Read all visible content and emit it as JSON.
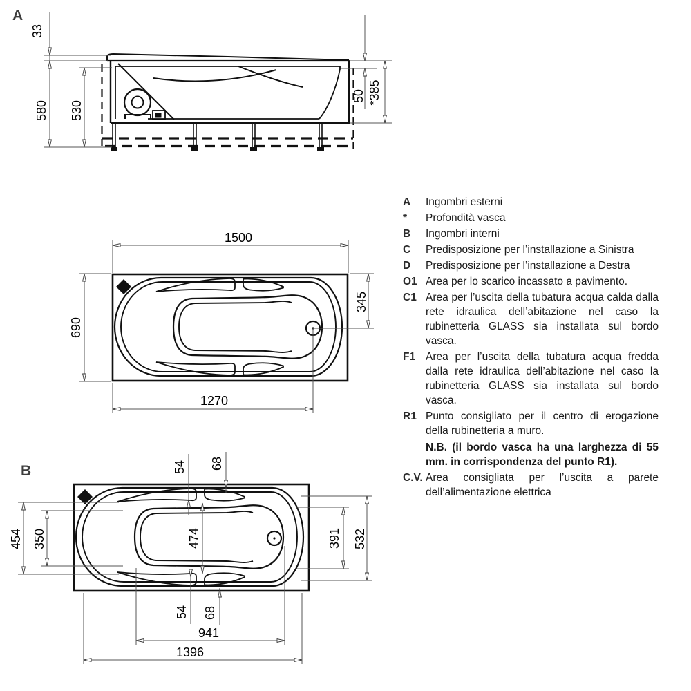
{
  "page": {
    "background": "#ffffff"
  },
  "colors": {
    "line": "#111111",
    "dimension_line": "#555555",
    "text": "#000000",
    "view_label": "#3d3d3d"
  },
  "views": {
    "a": {
      "label": "A",
      "dims": {
        "h33": "33",
        "h580": "580",
        "h530": "530",
        "h50": "50",
        "depth": "*385"
      }
    },
    "top": {
      "dims": {
        "w1500": "1500",
        "h690": "690",
        "h345": "345",
        "w1270": "1270"
      }
    },
    "b": {
      "label": "B",
      "dims": {
        "t54": "54",
        "t68": "68",
        "l454": "454",
        "l350": "350",
        "c474": "474",
        "r391": "391",
        "r532": "532",
        "b54": "54",
        "b68": "68",
        "w941": "941",
        "w1396": "1396"
      }
    }
  },
  "legend": {
    "items": [
      {
        "label": "A",
        "text": "Ingombri esterni"
      },
      {
        "label": "*",
        "text": "Profondità vasca"
      },
      {
        "label": "B",
        "text": "Ingombri interni"
      },
      {
        "label": "C",
        "text": "Predisposizione per l’installazione a Sinistra"
      },
      {
        "label": "D",
        "text": "Predisposizione per l’installazione a Destra"
      },
      {
        "label": "O1",
        "text": "Area per lo scarico incassato a pavimento."
      },
      {
        "label": "C1",
        "text": "Area per l’uscita della tubatura acqua calda dalla rete idraulica dell’abitazione nel caso la rubinetteria GLASS sia installata sul bordo vasca."
      },
      {
        "label": "F1",
        "text": "Area per l’uscita della tubatura acqua fredda dalla rete idraulica dell’abitazione nel caso la rubinetteria GLASS sia installata sul bordo vasca."
      },
      {
        "label": "R1",
        "text": "Punto consigliato per il centro di erogazione della rubinetteria a muro.",
        "note": "N.B. (il bordo vasca ha una larghezza di 55 mm. in corrispondenza del punto R1)."
      },
      {
        "label": "C.V.",
        "text": "Area consigliata per l’uscita a parete dell’alimentazione elettrica"
      }
    ]
  }
}
